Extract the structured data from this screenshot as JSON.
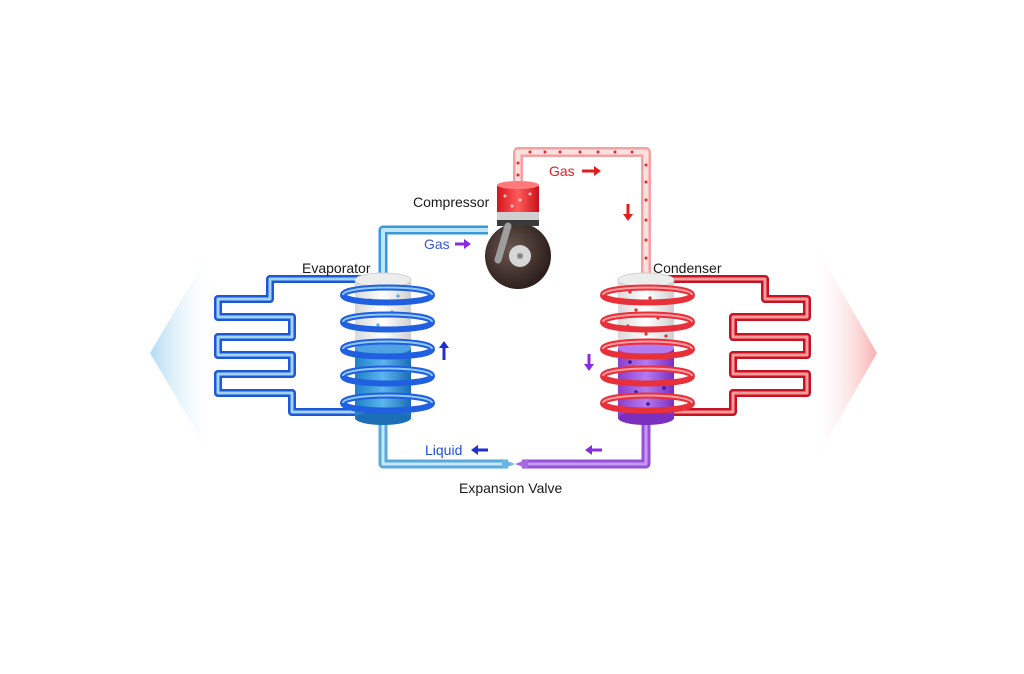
{
  "labels": {
    "compressor": "Compressor",
    "evaporator": "Evaporator",
    "condenser": "Condenser",
    "expansion_valve": "Expansion Valve"
  },
  "flow_labels": {
    "gas_hot": "Gas",
    "gas_cold": "Gas",
    "liquid": "Liquid"
  },
  "colors": {
    "cold_pipe": "#2f6fe0",
    "cold_light": "#8fd0ee",
    "hot_pipe": "#e0303a",
    "hot_light": "#f7b6b6",
    "mixed": "#9b59d6",
    "compressor_body": "#3b2a26",
    "arrow_hot": "#e01e1e",
    "arrow_cold": "#1f2fd0",
    "arrow_mixed": "#8a2be2"
  }
}
